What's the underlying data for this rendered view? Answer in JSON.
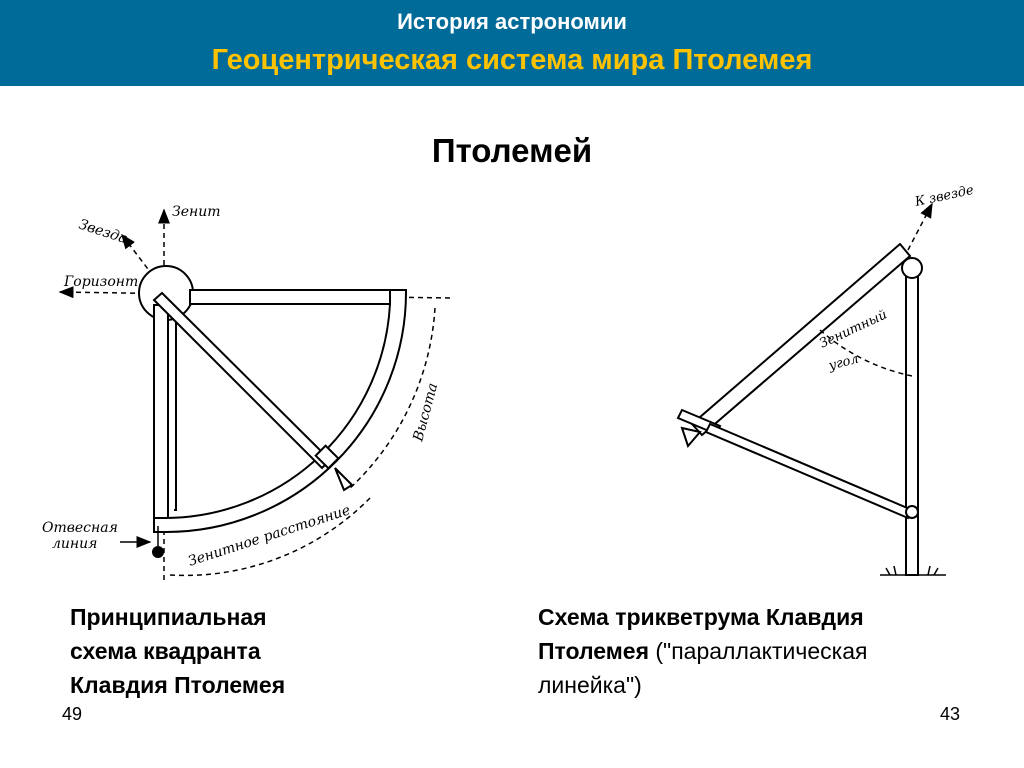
{
  "header": {
    "title": "История астрономии",
    "subtitle": "Геоцентрическая система мира Птолемея"
  },
  "heading": "Птолемей",
  "quadrant": {
    "labels": {
      "zenith": "Зенит",
      "star": "Звезда",
      "horizon": "Горизонт",
      "altitude": "Высота",
      "plumb_line_1": "Отвесная",
      "plumb_line_2": "линия",
      "zenith_distance": "Зенитное расстояние"
    },
    "caption": {
      "line1": "Принципиальная",
      "line2": "схема квадранта",
      "line3": "Клавдия Птолемея"
    }
  },
  "triquetrum": {
    "labels": {
      "to_star": "К звезде",
      "zenith_angle_1": "Зенитный",
      "zenith_angle_2": "угол"
    },
    "caption": {
      "line1": "Схема трикветрума Клавдия",
      "line2_bold": "Птолемея",
      "line2_rest": " (\"параллактическая",
      "line3": "линейка\")"
    }
  },
  "page_numbers": {
    "left": "49",
    "right": "43"
  },
  "colors": {
    "header_bg": "#006a99",
    "header_title": "#ffffff",
    "header_subtitle": "#ffc200"
  }
}
